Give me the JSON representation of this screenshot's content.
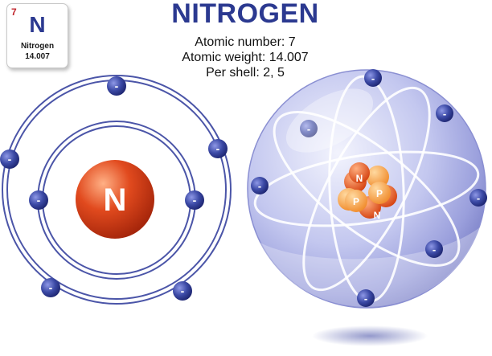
{
  "tile": {
    "number": "7",
    "symbol": "N",
    "name": "Nitrogen",
    "weight": "14.007"
  },
  "title": "NITROGEN",
  "info": {
    "atomic_number": "Atomic number: 7",
    "atomic_weight": "Atomic weight: 14.007",
    "per_shell": "Per shell: 2, 5"
  },
  "bohr_model": {
    "nucleus_symbol": "N",
    "shells": [
      {
        "electrons": 2
      },
      {
        "electrons": 5
      }
    ],
    "electron_sign": "-"
  },
  "sphere_model": {
    "nucleon_labels": [
      "N",
      "P",
      "P",
      "N"
    ],
    "electron_sign": "-"
  },
  "colors": {
    "title": "#2b3990",
    "electron": "#3c4aa6",
    "nucleus": "#e14a1e",
    "sphere": "#9fa4e0",
    "element_number": "#c0262d"
  }
}
